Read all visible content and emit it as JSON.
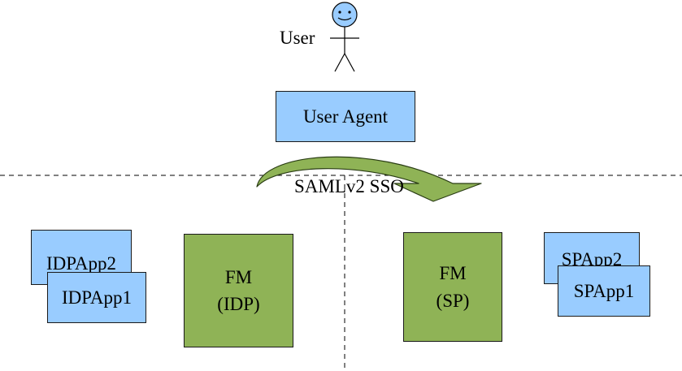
{
  "actor": {
    "label": "User"
  },
  "user_agent": {
    "label": "User Agent"
  },
  "flow": {
    "label": "SAMLv2 SSO"
  },
  "idp": {
    "line1": "FM",
    "line2": "(IDP)"
  },
  "sp": {
    "line1": "FM",
    "line2": "(SP)"
  },
  "idp_apps": [
    "IDPApp2",
    "IDPApp1"
  ],
  "sp_apps": [
    "SPApp2",
    "SPApp1"
  ],
  "colors": {
    "app_box": "#99ccff",
    "fm_box": "#8fb356",
    "flow_arrow": "#8fb356",
    "actor_head": "#99ccff"
  }
}
